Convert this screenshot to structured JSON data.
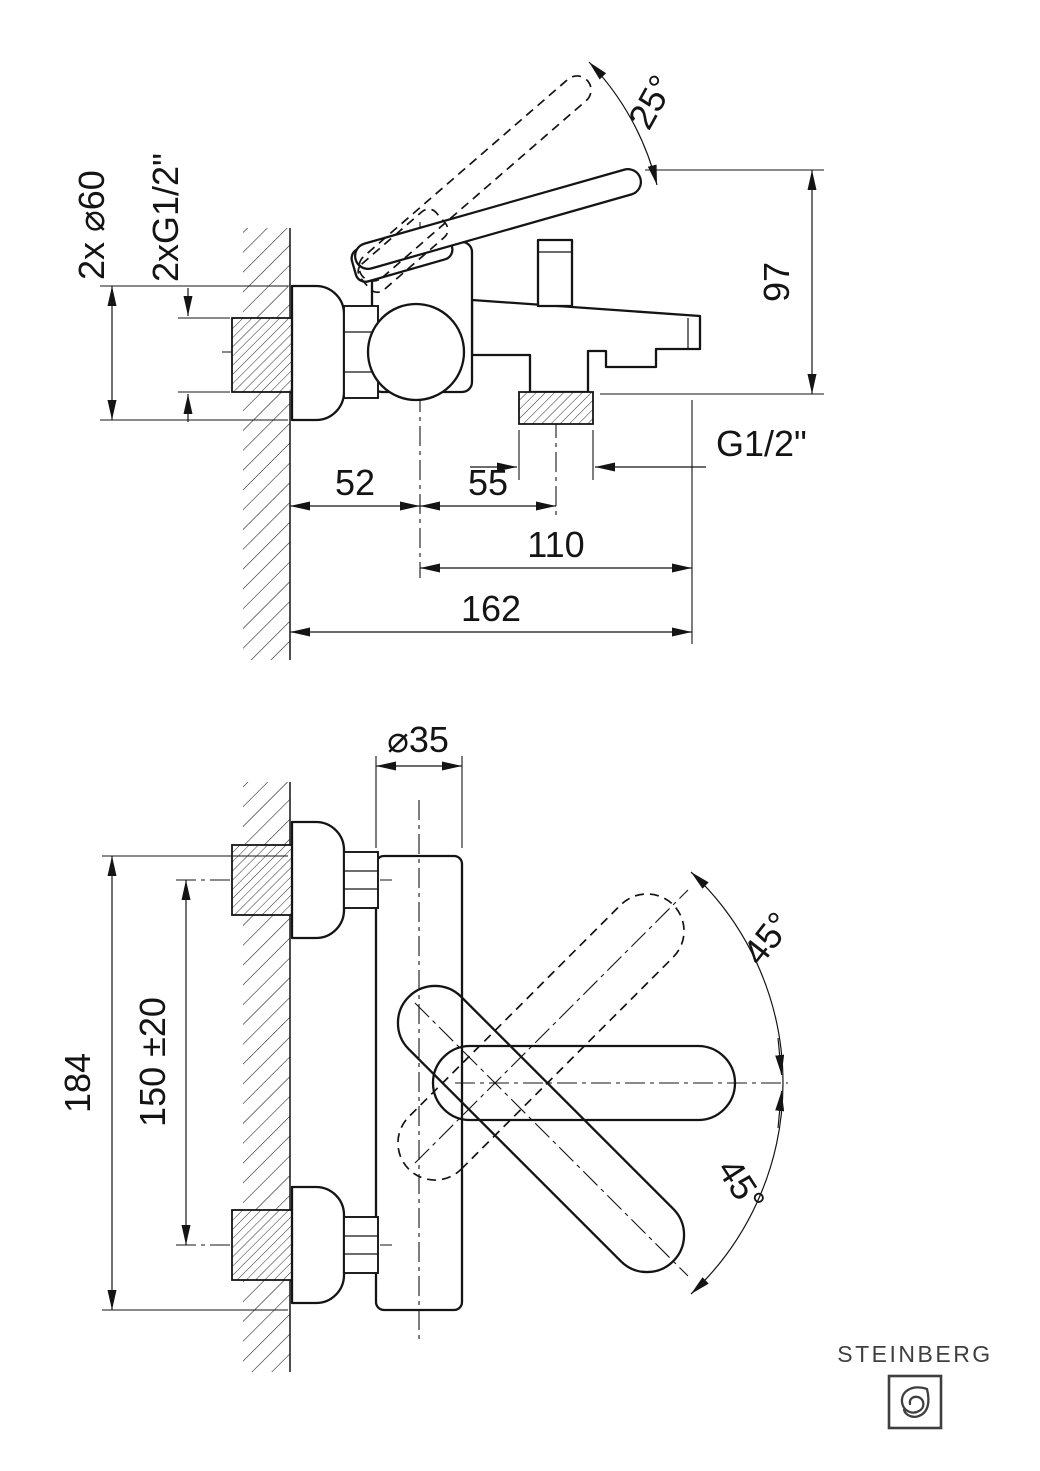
{
  "brand": {
    "name": "STEINBERG"
  },
  "side_view": {
    "lever_angle": "25°",
    "escutcheon_dia": "2x ⌀60",
    "inlet_thread": "2xG1/2\"",
    "height_97": "97",
    "outlet_thread": "G1/2\"",
    "dim_52": "52",
    "dim_55": "55",
    "dim_110": "110",
    "dim_162": "162"
  },
  "front_view": {
    "body_dia": "⌀35",
    "height_184": "184",
    "inlet_spacing": "150 ±20",
    "swing_upper": "45°",
    "swing_lower": "45°"
  }
}
